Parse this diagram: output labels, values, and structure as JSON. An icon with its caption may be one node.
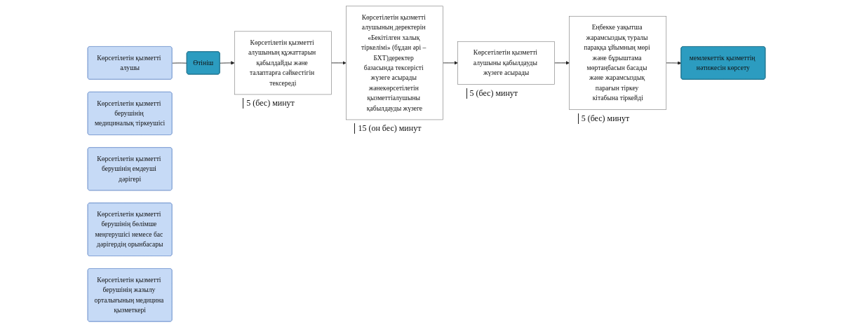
{
  "diagram": {
    "nodes": [
      {
        "text": [
          "Көрсетілетін қызметті алушы"
        ]
      },
      {
        "text": [
          "Көрсетілетін қызметті берушінің медициналық тіркеушісі"
        ]
      },
      {
        "text": [
          "Көрсетілетін қызметті берушінің емдеуші дәрігері"
        ]
      },
      {
        "text": [
          "Көрсетілетін қызметті берушінің бөлімше меңгерушісі немесе бас дәрігердің орынбасары"
        ]
      },
      {
        "text": [
          "Көрсетілетін қызметті берушінің жазылу орталығының медицина қызметкері"
        ]
      },
      {
        "text": [
          "Өтініш"
        ]
      },
      {
        "text": [
          "Көрсетілетін қызметті алушының құжаттарын қабылдайды және талаптарға сәйкестігін тексереді"
        ],
        "beside": [
          "5 (бес) минут"
        ]
      },
      {
        "text": [
          "Көрсетілетін қызметті алушының деректерін «Бекітілген халық тіркелімі» (бұдан әрі – БХТ)деректер базасында тексерісті жүзеге асырады жәнекөрсетілетін қызметтіалушыны қабылдауды жүзеге"
        ],
        "beside": [
          "15 (он бес) минут"
        ]
      },
      {
        "text": [
          "Көрсетілетін қызметті алушыны қабылдауды жүзеге асырады"
        ],
        "beside": [
          "5 (бес) минут"
        ]
      },
      {
        "text": [
          "Еңбекке уақытша жарамсыздық туралы параққа ұйымның мөрі және бұрыштама мөртаңбасын басады және жарамсыздық парағын тіркеу кітабына тіркейді"
        ],
        "beside": [
          "5 (бес) минут"
        ]
      },
      {
        "text": [
          "мемлекеттік қызметтің нәтижесін көрсету"
        ]
      }
    ],
    "edges": [
      {
        "from": 0,
        "to": 5,
        "arrow": "none"
      },
      {
        "from": 5,
        "to": 6,
        "arrow": "to"
      },
      {
        "from": 6,
        "to": 7,
        "arrow": "to"
      },
      {
        "from": 7,
        "to": 8,
        "arrow": "to"
      },
      {
        "from": 8,
        "to": 9,
        "arrow": "to"
      },
      {
        "from": 9,
        "to": 10,
        "arrow": "to"
      }
    ]
  }
}
